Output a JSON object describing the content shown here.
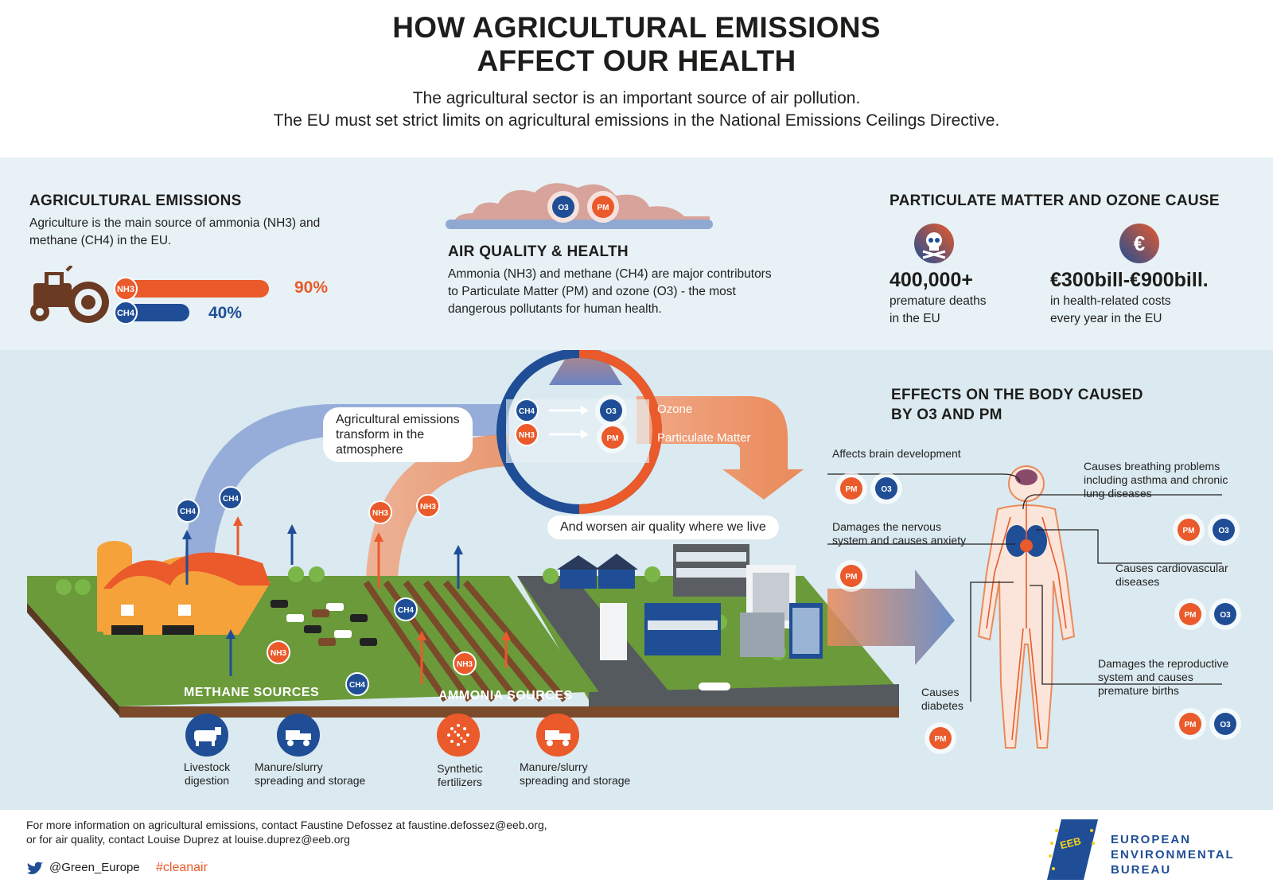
{
  "header": {
    "title_line1": "HOW AGRICULTURAL  EMISSIONS",
    "title_line2": "AFFECT OUR HEALTH",
    "intro_line1": "The agricultural sector is an important source of air pollution.",
    "intro_line2": "The EU must set strict limits on agricultural emissions in the National Emissions Ceilings Directive."
  },
  "agri": {
    "heading": "AGRICULTURAL  EMISSIONS",
    "text_line1": "Agriculture is the main source of ammonia (NH3) and",
    "text_line2": "methane (CH4) in the EU.",
    "bars": [
      {
        "label": "NH3",
        "value": 90,
        "display": "90%",
        "color": "#ea5a2a"
      },
      {
        "label": "CH4",
        "value": 40,
        "display": "40%",
        "color": "#1f4e96"
      }
    ]
  },
  "air": {
    "heading": "AIR QUALITY & HEALTH",
    "text_line1": "Ammonia (NH3) and methane (CH4) are major contributors",
    "text_line2": "to Particulate Matter (PM) and ozone (O3)  -  the most",
    "text_line3": "dangerous pollutants for human health."
  },
  "pm_ozone": {
    "heading": "PARTICULATE MATTER AND OZONE CAUSE",
    "deaths_value": "400,000+",
    "deaths_line1": "premature deaths",
    "deaths_line2": "in the EU",
    "costs_value": "€300bill-€900bill.",
    "costs_line1": "in health-related costs",
    "costs_line2": "every year in the EU"
  },
  "transform": {
    "bubble_line1": "Agricultural emissions",
    "bubble_line2": "transform in the",
    "bubble_line3": "atmosphere",
    "ozone_label": "Ozone",
    "pm_label": "Particulate Matter",
    "worsen": "And worsen air quality where we live"
  },
  "chem": {
    "ch4": "CH4",
    "nh3": "NH3",
    "o3": "O3",
    "pm": "PM"
  },
  "sources": {
    "methane_label": "METHANE SOURCES",
    "ammonia_label": "AMMONIA SOURCES",
    "livestock_line1": "Livestock",
    "livestock_line2": "digestion",
    "manure1_line1": "Manure/slurry",
    "manure1_line2": "spreading and storage",
    "synthetic_line1": "Synthetic",
    "synthetic_line2": "fertilizers",
    "manure2_line1": "Manure/slurry",
    "manure2_line2": "spreading and storage"
  },
  "body": {
    "heading_line1": "EFFECTS ON THE BODY CAUSED",
    "heading_line2": "BY O3 AND PM",
    "brain": "Affects brain development",
    "nerves_line1": "Damages the nervous",
    "nerves_line2": "system and causes anxiety",
    "breathing_line1": "Causes breathing problems",
    "breathing_line2": "including asthma and chronic",
    "breathing_line3": "lung diseases",
    "cardio_line1": "Causes cardiovascular",
    "cardio_line2": "diseases",
    "repro_line1": "Damages the reproductive",
    "repro_line2": "system and causes",
    "repro_line3": "premature births",
    "diabetes_line1": "Causes",
    "diabetes_line2": "diabetes"
  },
  "footer": {
    "info_line1": "For more information on agricultural emissions, contact Faustine Defossez at faustine.defossez@eeb.org,",
    "info_line2": "or for air quality, contact Louise Duprez at louise.duprez@eeb.org",
    "twitter": "@Green_Europe",
    "hashtag": "#cleanair",
    "org_line1": "EUROPEAN",
    "org_line2": "ENVIRONMENTAL",
    "org_line3": "BUREAU",
    "logo_text": "EEB"
  },
  "colors": {
    "orange": "#ea5a2a",
    "blue": "#1f4e96",
    "grass": "#6a9a3a",
    "soil": "#7a4a2a"
  }
}
